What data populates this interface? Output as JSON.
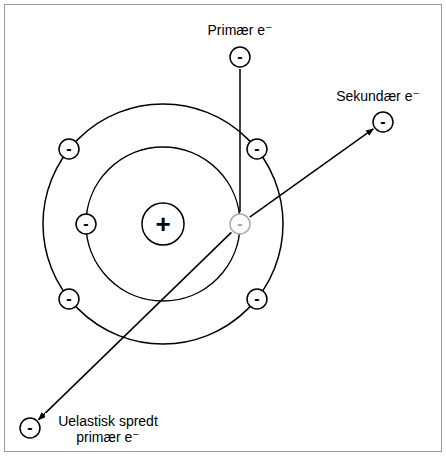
{
  "diagram": {
    "nodes": [
      {
        "text": [
          "-"
        ]
      },
      {
        "text": [
          "-"
        ]
      },
      {
        "text": [
          "-"
        ]
      },
      {
        "text": [
          "-"
        ]
      },
      {
        "text": [
          "-"
        ]
      },
      {
        "text": [
          "+"
        ]
      },
      {
        "text": [
          "-"
        ]
      },
      {
        "text": [
          "-"
        ]
      },
      {
        "text": [
          "-"
        ]
      },
      {
        "text": [
          "-"
        ]
      }
    ],
    "edges": [
      {
        "from": 0,
        "to": 6,
        "arrow": "none"
      },
      {
        "from": 6,
        "to": 1,
        "arrow": "to"
      },
      {
        "from": 6,
        "to": 9,
        "arrow": "to"
      }
    ],
    "labels": [
      "Primær e⁻",
      "Sekundær e⁻",
      "Uelastisk spredt primær e⁻"
    ]
  }
}
